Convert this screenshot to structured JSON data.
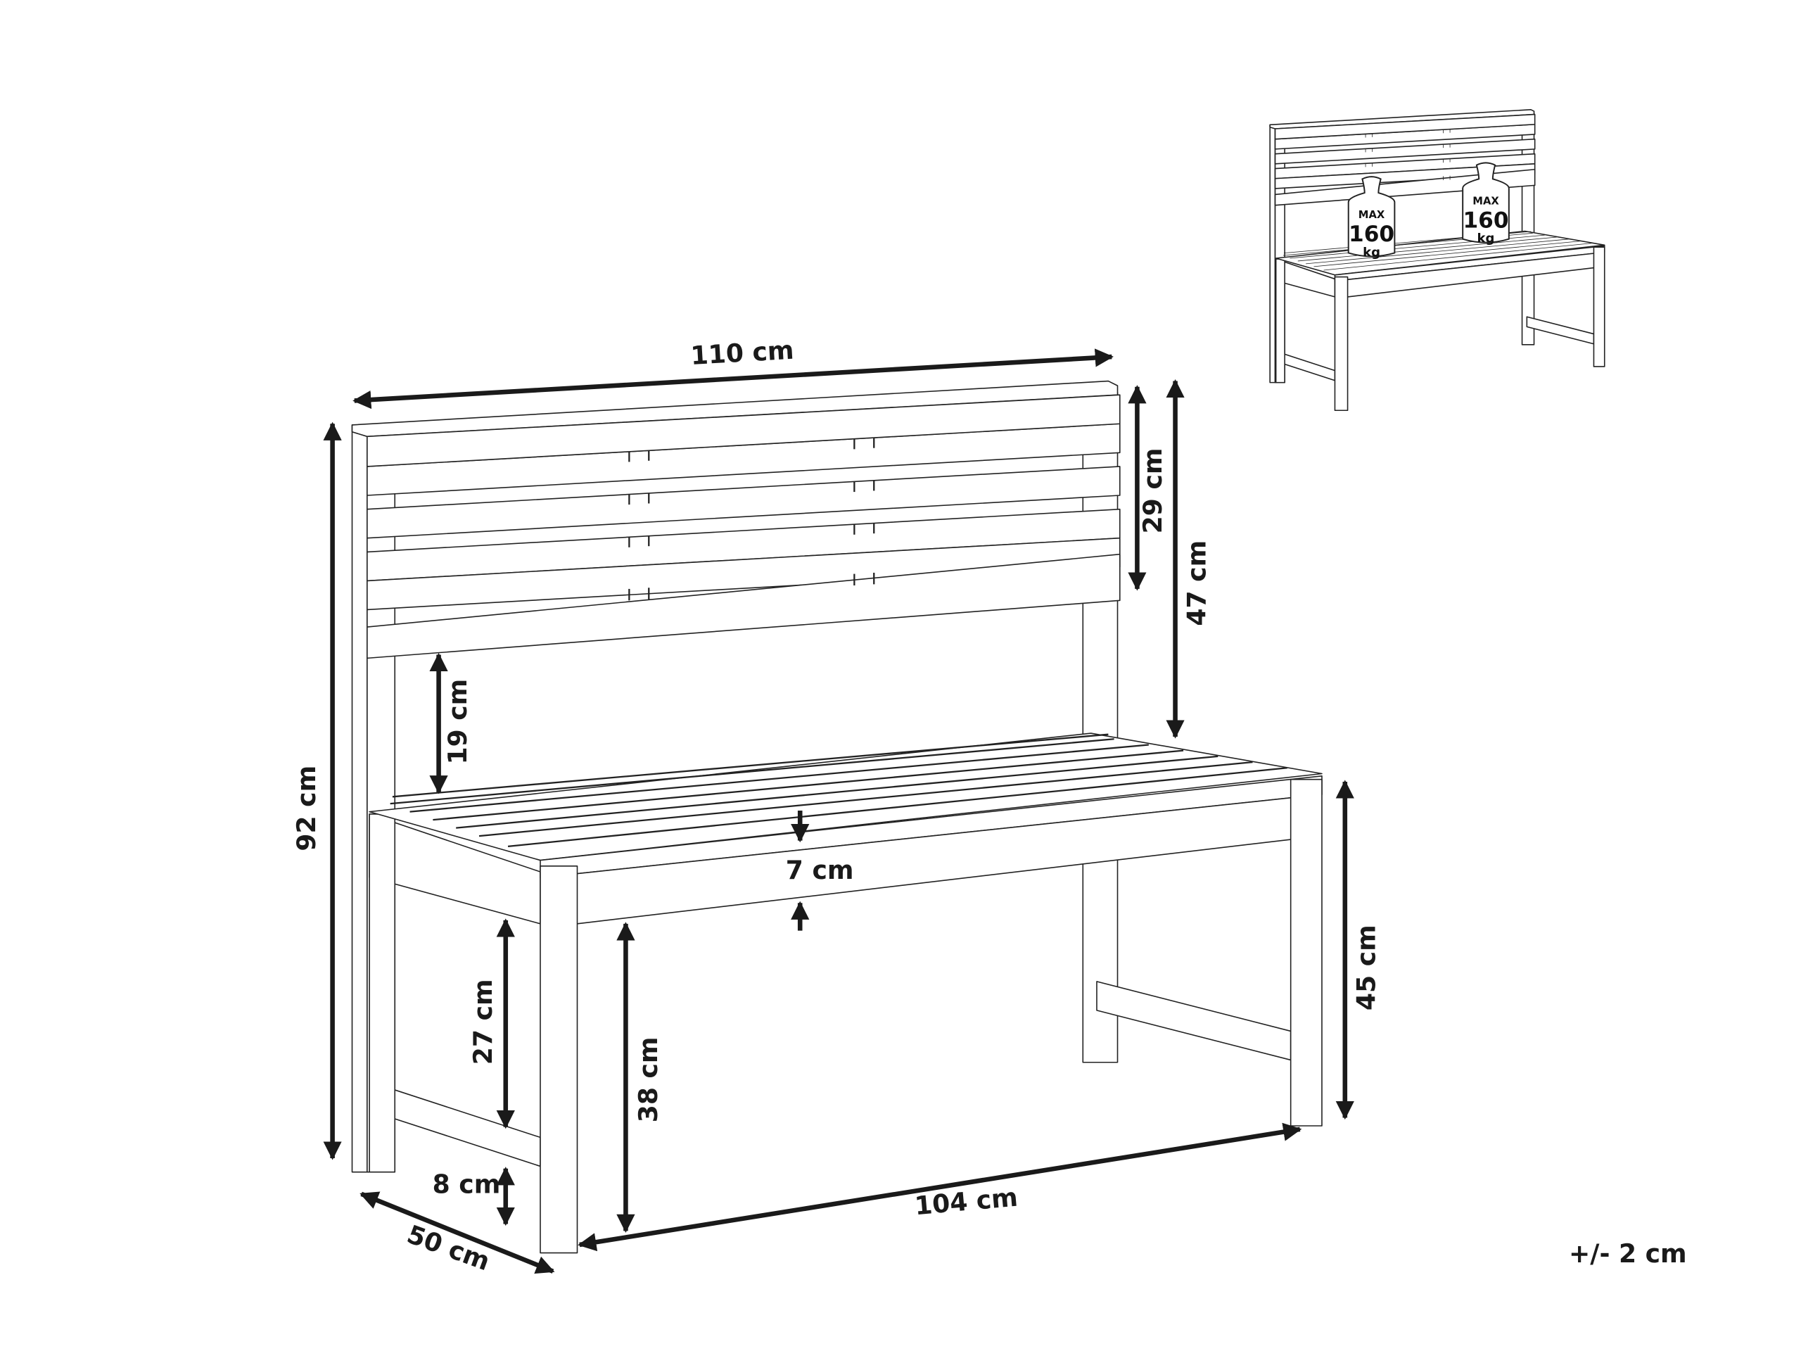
{
  "dimensions": {
    "width_total": "110 cm",
    "backrest_height": "29 cm",
    "back_height_above_seat": "47 cm",
    "backrest_gap": "19 cm",
    "total_height": "92 cm",
    "seat_thickness": "7 cm",
    "seat_height": "45 cm",
    "side_rail_to_stretcher": "27 cm",
    "clearance_under_apron": "38 cm",
    "stretcher_height": "8 cm",
    "leg_span_width": "104 cm",
    "depth": "50 cm"
  },
  "tolerance": "+/- 2 cm",
  "load_badges": [
    {
      "max": "MAX",
      "value": "160",
      "unit": "kg"
    },
    {
      "max": "MAX",
      "value": "160",
      "unit": "kg"
    }
  ],
  "line_color": "#1a1a1a"
}
